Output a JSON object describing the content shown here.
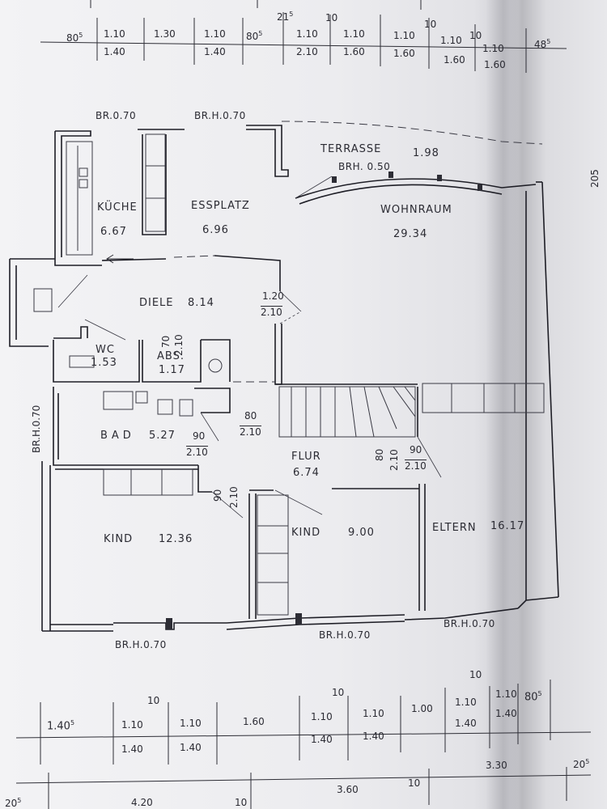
{
  "top_dims": {
    "d1": "80",
    "d1s": "5",
    "d2a": "1.10",
    "d2b": "1.40",
    "d3": "1.30",
    "d4a": "1.10",
    "d4b": "1.40",
    "d5": "80",
    "d5s": "5",
    "d6": "21",
    "d6s": "5",
    "d7a": "1.10",
    "d7b": "2.10",
    "d8t": "10",
    "d8a": "1.10",
    "d8b": "1.60",
    "d9a": "1.10",
    "d9b": "1.60",
    "d10t": "10",
    "d10a": "1.10",
    "d10b": "1.60",
    "d11t": "10",
    "d11a": "1.10",
    "d11b": "1.60",
    "d12": "48",
    "d12s": "5"
  },
  "right_dim": {
    "v": "20",
    "vs": "5"
  },
  "windows": {
    "w1": "BR.0.70",
    "w2": "BR.H.0.70",
    "w3": "BRH. 0.50",
    "w4": "BR.H.0.70",
    "w5": "BR.H.0.70",
    "w6": "BR.H.0.70",
    "w7": "BR.H.0.70"
  },
  "rooms": {
    "terrasse": "TERRASSE",
    "terrasse_area": "1.98",
    "kueche": "KÜCHE",
    "kueche_area": "6.67",
    "essplatz": "ESSPLATZ",
    "essplatz_area": "6.96",
    "wohnraum": "WOHNRAUM",
    "wohnraum_area": "29.34",
    "diele": "DIELE",
    "diele_area": "8.14",
    "wc": "WC",
    "wc_area": "1.53",
    "abs": "ABS.",
    "abs_area": "1.17",
    "bad": "BAD",
    "bad_area": "5.27",
    "flur": "FLUR",
    "flur_area": "6.74",
    "kind1": "KIND",
    "kind1_area": "12.36",
    "kind2": "KIND",
    "kind2_area": "9.00",
    "eltern": "ELTERN",
    "eltern_area": "16.17"
  },
  "doors": {
    "diele_a": "1.20",
    "diele_b": "2.10",
    "abs_a": "70",
    "abs_b": "2.10",
    "bad_a": "90",
    "bad_b": "2.10",
    "flur_a": "80",
    "flur_b": "2.10",
    "kind_a": "90",
    "kind_b": "2.10",
    "stair_a": "80",
    "stair_b": "2.10",
    "eltern_a": "90",
    "eltern_b": "2.10"
  },
  "bottom_dims": {
    "t1": "10",
    "t2": "10",
    "t3": "10",
    "b1": "1.40",
    "b1s": "5",
    "b2a": "1.10",
    "b2b": "1.40",
    "b3a": "1.10",
    "b3b": "1.40",
    "b4": "1.60",
    "b5a": "1.10",
    "b5b": "1.40",
    "b6a": "1.10",
    "b6b": "1.40",
    "b7": "1.00",
    "b8a": "1.10",
    "b8b": "1.40",
    "b9a": "1.10",
    "b9b": "1.40",
    "b10": "80",
    "b10s": "5",
    "r1": "3.30",
    "r2": "20",
    "r2s": "5",
    "c1": "20",
    "c1s": "5",
    "c2": "4.20",
    "c3": "10",
    "c4": "3.60",
    "c5": "10"
  }
}
